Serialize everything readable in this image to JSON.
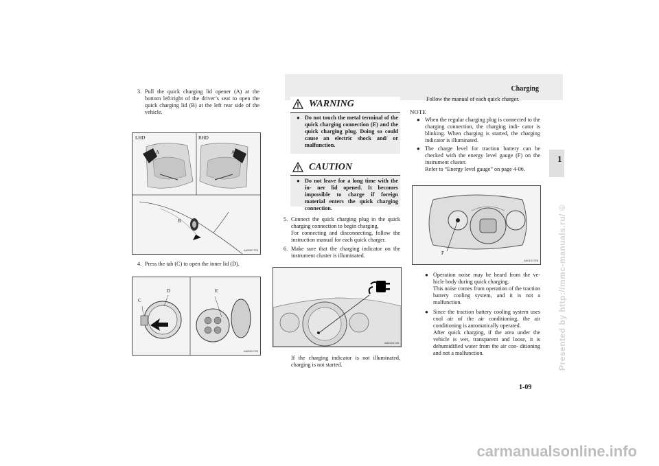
{
  "header": {
    "title": "Charging",
    "chapter": "1",
    "page": "1-09"
  },
  "side_text": "Presented by http://mmc-manuals.ru/ ©",
  "watermark": "carmanualsonline.info",
  "col1": {
    "step3": {
      "num": "3.",
      "text": "Pull the quick charging lid opener (A) at the bottom left/right of the driver’s seat to open the quick charging lid (B) at the left rear side of the vehicle."
    },
    "fig1": {
      "label_lhd": "LHD",
      "label_rhd": "RHD",
      "label_a1": "A",
      "label_a2": "A",
      "label_b": "B",
      "code": "AA5007723"
    },
    "step4": {
      "num": "4.",
      "text": "Press the tab (C) to open the inner lid (D)."
    },
    "fig2": {
      "label_c": "C",
      "label_d": "D",
      "label_e": "E",
      "code": "AA5001790"
    }
  },
  "col2": {
    "warning": {
      "title": "WARNING",
      "text": "Do not touch the metal terminal of the quick charging connection (E) and the quick charging plug. Doing so could cause an electric shock and/ or malfunction."
    },
    "caution": {
      "title": "CAUTION",
      "text": "Do not leave for a long time with the in- ner lid opened. It becomes impossible to charge if foreign material enters the quick charging connection."
    },
    "step5": {
      "num": "5.",
      "text": "Connect the quick charging plug in the quick charging connection to begin charging.",
      "sub": "For connecting and disconnecting, follow the instruction manual for each quick charger."
    },
    "step6": {
      "num": "6.",
      "text": "Make sure that the charging indicator on the instrument cluster is illuminated."
    },
    "fig3": {
      "code": "AA5101745"
    },
    "after_fig": "If the charging indicator is not illuminated, charging is not started."
  },
  "col3": {
    "intro": "Follow the manual of each quick charger.",
    "note_label": "NOTE",
    "bullets": [
      "When the regular charging plug is connected to the charging connection, the charging indi- cator is blinking. When charging is started, the charging indicator is illuminated.",
      "The charge level for traction battery can be checked with the energy level gauge (F) on the instrument cluster.",
      "Operation noise may be heard from the ve- hicle body during quick charging.",
      "Since the traction battery cooling system uses cool air of the air conditioning, the air conditioning is automatically operated."
    ],
    "bullet2_ref": "Refer to “Energy level gauge” on page 4-06.",
    "bullet3_sub": "This noise comes from operation of the traction battery cooling system, and it is not a malfunction.",
    "bullet4_sub": "After quick charging, if the area under the vehicle is wet, transparent and loose, it is dehumidified water from the air con- ditioning and not a malfunction.",
    "fig4": {
      "label_f": "F",
      "code": "AA0101758"
    }
  }
}
